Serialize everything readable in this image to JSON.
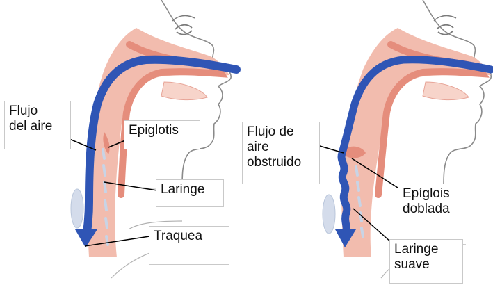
{
  "colors": {
    "airflow_arrow": "#2f55b5",
    "airflow_arrow_dark": "#1f3f92",
    "tissue_outer": "#f2bcae",
    "tissue_inner": "#e58d7c",
    "skin_outline": "#8a8a8a",
    "cartilage": "#c8d4e6",
    "leader_line": "#000000"
  },
  "icons": {
    "left_figure": "head-profile-open-airway",
    "right_figure": "head-profile-obstructed-airway"
  },
  "left_panel": {
    "labels": {
      "airflow": "Flujo\ndel aire",
      "epiglottis": "Epiglotis",
      "larynx": "Laringe",
      "trachea": "Traquea"
    }
  },
  "right_panel": {
    "labels": {
      "obstructed_airflow": "Flujo de\naire\nobstruido",
      "bent_epiglottis": "Epíglois\ndoblada",
      "soft_larynx": "Laringe\nsuave"
    }
  }
}
